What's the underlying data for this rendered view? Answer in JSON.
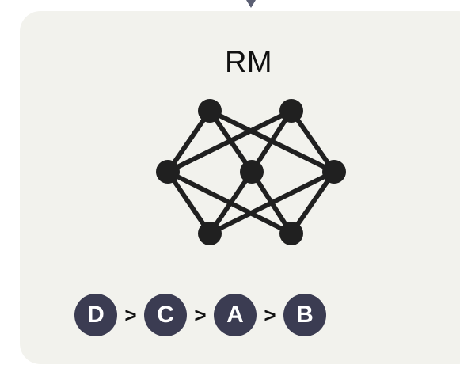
{
  "title": "RM",
  "ranking": {
    "items": [
      "D",
      "C",
      "A",
      "B"
    ],
    "separator": ">"
  },
  "colors": {
    "panel": "#f2f2ed",
    "node": "#202020",
    "badge": "#3b3c52",
    "arrow": "#5b5f73"
  },
  "icons": {
    "network": "neural-network-icon",
    "arrow": "down-arrow-icon"
  }
}
